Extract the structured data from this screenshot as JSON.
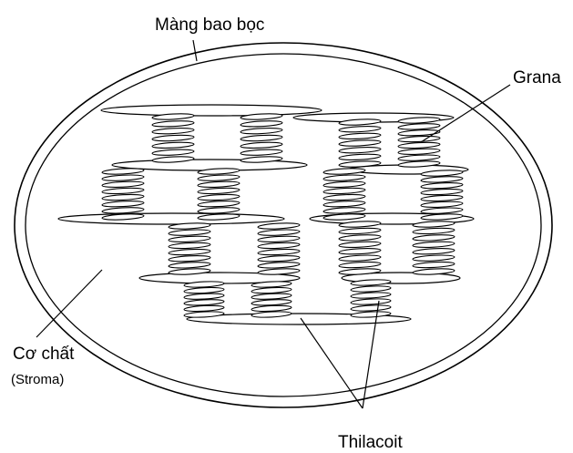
{
  "labels": {
    "envelope": "Màng bao bọc",
    "grana": "Grana",
    "stroma_main": "Cơ chất",
    "stroma_sub": "(Stroma)",
    "thylakoid": "Thilacoit"
  },
  "colors": {
    "stroke": "#000000",
    "background": "#ffffff"
  }
}
